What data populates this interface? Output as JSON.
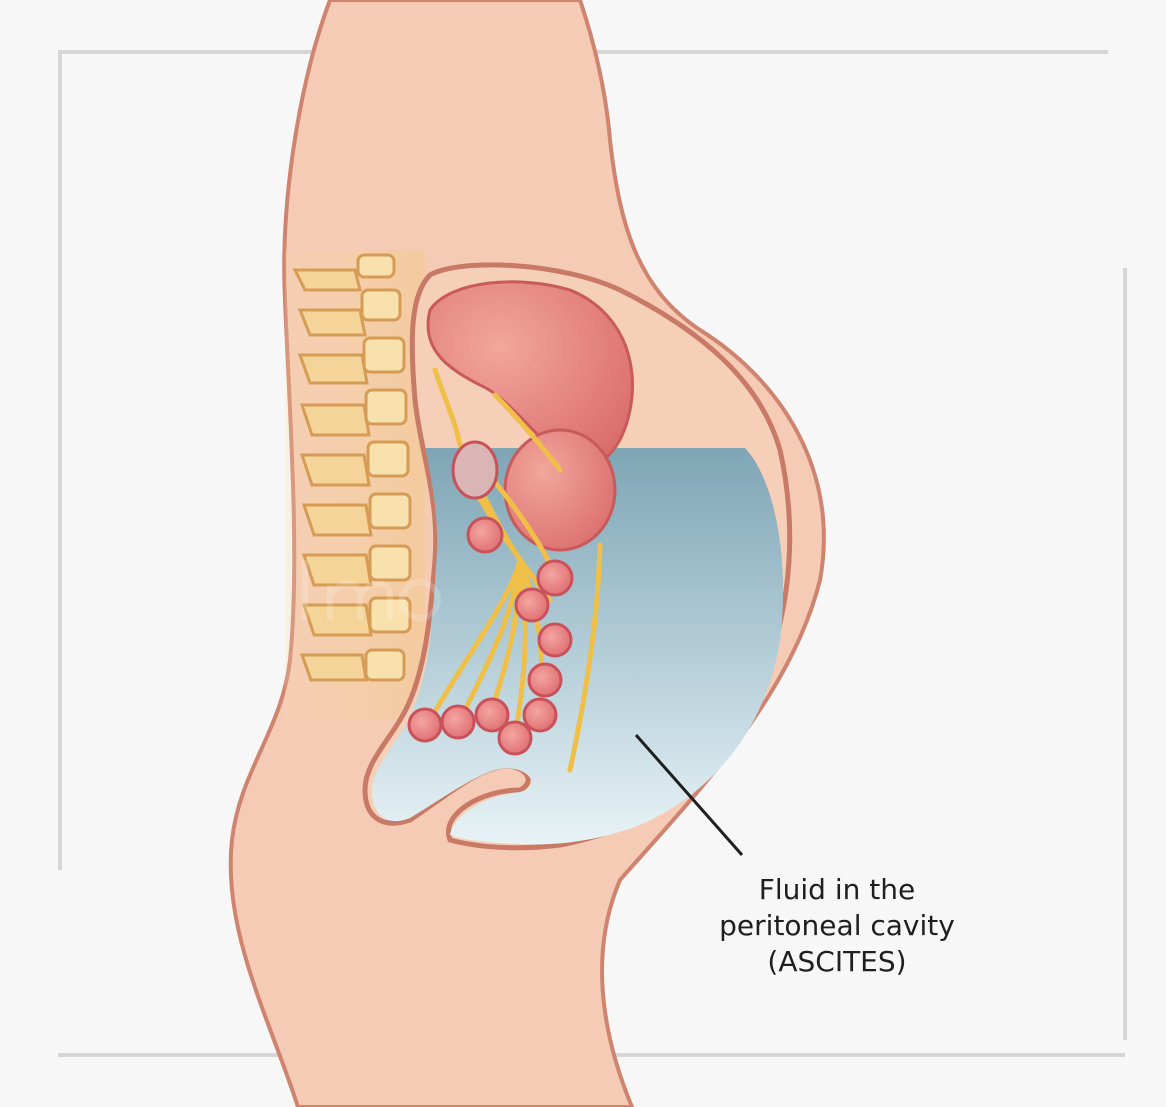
{
  "callout": {
    "lines": [
      "Fluid in the",
      "peritoneal cavity",
      "(ASCITES)"
    ]
  },
  "colors": {
    "background": "#f7f7f7",
    "frame": "#d4d4d4",
    "skin": "#f5ccb7",
    "skin_outline": "#c97a66",
    "fluid_top": "#7fa8b8",
    "fluid_bottom": "#e4f1f5",
    "organ": "#e07a7a",
    "nerve": "#f2c14e",
    "spine": "#f3d59a",
    "spine_shadow": "#d79a4c",
    "label": "#1f1f1f"
  },
  "icons": [
    "watermark-logo"
  ]
}
